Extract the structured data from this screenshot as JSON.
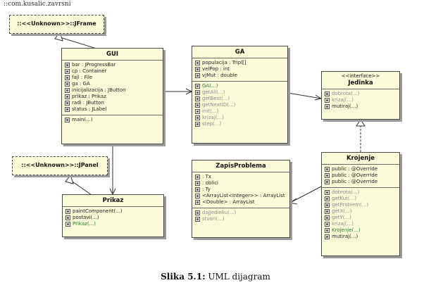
{
  "package_label": "::com.kusalic.zavrsni",
  "caption": {
    "prefix": "Slika 5.1:",
    "text": "UML dijagram"
  },
  "jframe": {
    "name": "::<<Unknown>>::JFrame"
  },
  "jpanel": {
    "name": "::<<Unknown>>::JPanel"
  },
  "gui": {
    "name": "GUI",
    "attributes": [
      "bar : JProgressBar",
      "cp : Container",
      "fajl : File",
      "ga : GA",
      "inicijalizacija : JButton",
      "prikaz : Prikaz",
      "radi : JButton",
      "status : JLabel"
    ],
    "methods": [
      "main(...)"
    ]
  },
  "ga": {
    "name": "GA",
    "attributes": [
      "populacija : Tripl[]",
      "velPop : int",
      "vjMut : double"
    ],
    "methods": [
      "GA(...)",
      "getAll(...)",
      "getBest(...)",
      "getNextID(...)",
      "init(...)",
      "krizaj(...)",
      "step(...)"
    ]
  },
  "jedinka": {
    "stereotype": "<<interface>>",
    "name": "Jedinka",
    "methods": [
      "dobrota(...)",
      "krizaj(...)",
      "mutiraj(...)"
    ]
  },
  "prikaz": {
    "name": "Prikaz",
    "methods": [
      "paintComponent(...)",
      "postavi(...)",
      "Prikaz(...)"
    ]
  },
  "zapis": {
    "name": "ZapisProblema",
    "attributes": [
      ": Tx",
      ": oblici",
      ": Ty",
      "<ArrayList<Integer>> : ArrayList",
      "<Double> : ArrayList"
    ],
    "methods": [
      "dajJedinku(...)",
      "stvori(...)"
    ]
  },
  "krojenje": {
    "name": "Krojenje",
    "attributes": [
      "public : @Override",
      "public : @Override",
      "public : @Override"
    ],
    "methods": [
      "dobrota(...)",
      "getKut(...)",
      "getProblem(...)",
      "getX(...)",
      "getY(...)",
      "krizaj(...)",
      "Krojenje(...)",
      "mutiraj(...)"
    ]
  }
}
